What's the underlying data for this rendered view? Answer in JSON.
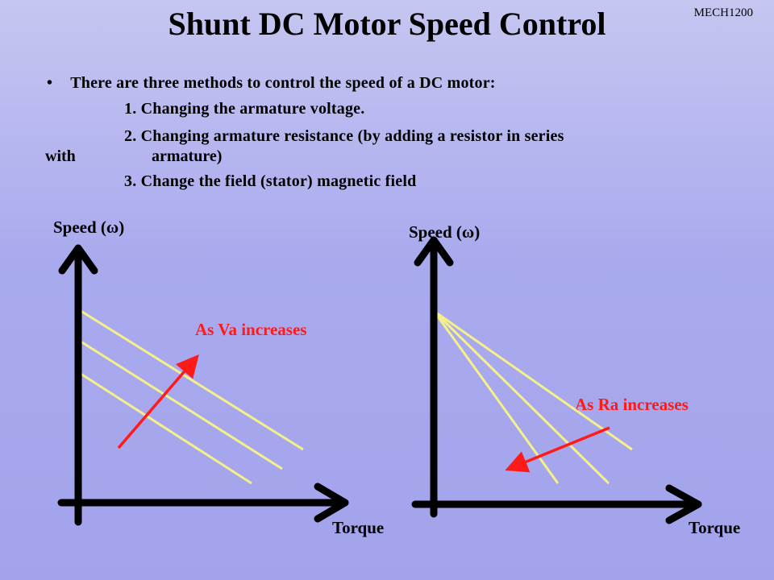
{
  "header": {
    "course": "MECH1200",
    "title": "Shunt DC Motor Speed Control"
  },
  "content": {
    "bullet": "•",
    "intro": "There are three methods to control the speed of a DC motor:",
    "method1": "1. Changing the armature voltage.",
    "method2_line1": "2. Changing armature resistance (by adding a resistor in series",
    "method2_with": "with",
    "method2_line2": "armature)",
    "method3": "3. Change the field (stator) magnetic field"
  },
  "left_plot": {
    "y_label": "Speed (ω)",
    "x_label": "Torque",
    "annotation": "As Va increases",
    "line_count": 3
  },
  "right_plot": {
    "y_label": "Speed (ω)",
    "x_label": "Torque",
    "annotation": "As Ra increases",
    "line_count": 3
  },
  "colors": {
    "axis": "#000000",
    "curve": "#f5f08a",
    "annotation": "#ff1a1a",
    "background": "#a9aaee"
  }
}
